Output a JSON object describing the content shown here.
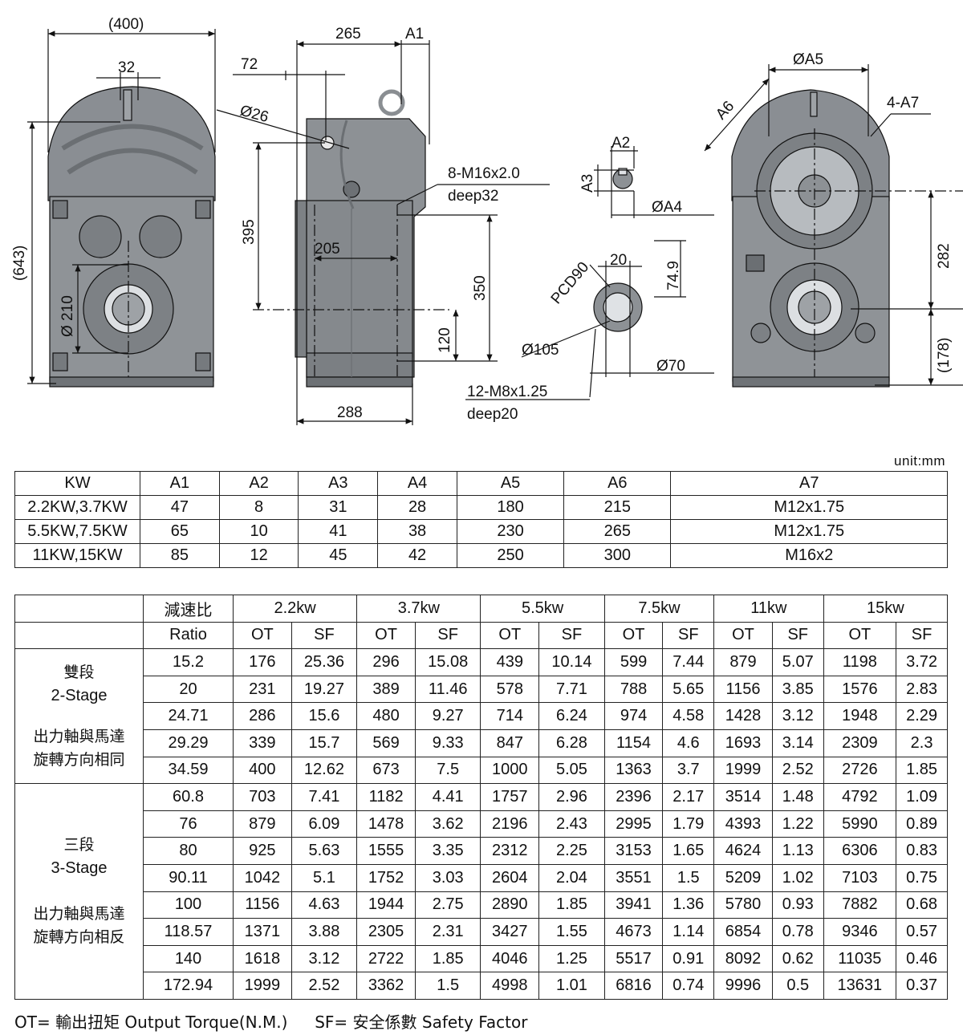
{
  "drawing": {
    "dims": {
      "d400": "(400)",
      "d32": "32",
      "d643": "(643)",
      "d210": "Ø 210",
      "d265": "265",
      "dA1": "A1",
      "d72": "72",
      "d26": "Ø26",
      "d395": "395",
      "d205": "205",
      "d350": "350",
      "d120": "120",
      "d288": "288",
      "bolt1": "8-M16x2.0",
      "bolt1b": "deep32",
      "dA2": "A2",
      "dA3": "A3",
      "dA4": "ØA4",
      "pcd": "PCD90",
      "d20": "20",
      "d749": "74.9",
      "d105": "Ø105",
      "d70": "Ø70",
      "bolt2": "12-M8x1.25",
      "bolt2b": "deep20",
      "dA5": "ØA5",
      "dA6": "A6",
      "dA7": "4-A7",
      "d282": "282",
      "d178": "(178)"
    }
  },
  "unit_label": "unit:mm",
  "dimension_table": {
    "headers": [
      "KW",
      "A1",
      "A2",
      "A3",
      "A4",
      "A5",
      "A6",
      "A7"
    ],
    "rows": [
      [
        "2.2KW,3.7KW",
        "47",
        "8",
        "31",
        "28",
        "180",
        "215",
        "M12x1.75"
      ],
      [
        "5.5KW,7.5KW",
        "65",
        "10",
        "41",
        "38",
        "230",
        "265",
        "M12x1.75"
      ],
      [
        "11KW,15KW",
        "85",
        "12",
        "45",
        "42",
        "250",
        "300",
        "M16x2"
      ]
    ]
  },
  "ratio_table": {
    "ratio_cn": "減速比",
    "ratio_en": "Ratio",
    "powers": [
      "2.2kw",
      "3.7kw",
      "5.5kw",
      "7.5kw",
      "11kw",
      "15kw"
    ],
    "ot": "OT",
    "sf": "SF",
    "groups": [
      {
        "name_cn": "雙段",
        "name_en": "2-Stage",
        "note1": "出力軸與馬達",
        "note2": "旋轉方向相同",
        "rows": [
          [
            "15.2",
            "176",
            "25.36",
            "296",
            "15.08",
            "439",
            "10.14",
            "599",
            "7.44",
            "879",
            "5.07",
            "1198",
            "3.72"
          ],
          [
            "20",
            "231",
            "19.27",
            "389",
            "11.46",
            "578",
            "7.71",
            "788",
            "5.65",
            "1156",
            "3.85",
            "1576",
            "2.83"
          ],
          [
            "24.71",
            "286",
            "15.6",
            "480",
            "9.27",
            "714",
            "6.24",
            "974",
            "4.58",
            "1428",
            "3.12",
            "1948",
            "2.29"
          ],
          [
            "29.29",
            "339",
            "15.7",
            "569",
            "9.33",
            "847",
            "6.28",
            "1154",
            "4.6",
            "1693",
            "3.14",
            "2309",
            "2.3"
          ],
          [
            "34.59",
            "400",
            "12.62",
            "673",
            "7.5",
            "1000",
            "5.05",
            "1363",
            "3.7",
            "1999",
            "2.52",
            "2726",
            "1.85"
          ]
        ]
      },
      {
        "name_cn": "三段",
        "name_en": "3-Stage",
        "note1": "出力軸與馬達",
        "note2": "旋轉方向相反",
        "rows": [
          [
            "60.8",
            "703",
            "7.41",
            "1182",
            "4.41",
            "1757",
            "2.96",
            "2396",
            "2.17",
            "3514",
            "1.48",
            "4792",
            "1.09"
          ],
          [
            "76",
            "879",
            "6.09",
            "1478",
            "3.62",
            "2196",
            "2.43",
            "2995",
            "1.79",
            "4393",
            "1.22",
            "5990",
            "0.89"
          ],
          [
            "80",
            "925",
            "5.63",
            "1555",
            "3.35",
            "2312",
            "2.25",
            "3153",
            "1.65",
            "4624",
            "1.13",
            "6306",
            "0.83"
          ],
          [
            "90.11",
            "1042",
            "5.1",
            "1752",
            "3.03",
            "2604",
            "2.04",
            "3551",
            "1.5",
            "5209",
            "1.02",
            "7103",
            "0.75"
          ],
          [
            "100",
            "1156",
            "4.63",
            "1944",
            "2.75",
            "2890",
            "1.85",
            "3941",
            "1.36",
            "5780",
            "0.93",
            "7882",
            "0.68"
          ],
          [
            "118.57",
            "1371",
            "3.88",
            "2305",
            "2.31",
            "3427",
            "1.55",
            "4673",
            "1.14",
            "6854",
            "0.78",
            "9346",
            "0.57"
          ],
          [
            "140",
            "1618",
            "3.12",
            "2722",
            "1.85",
            "4046",
            "1.25",
            "5517",
            "0.91",
            "8092",
            "0.62",
            "11035",
            "0.46"
          ],
          [
            "172.94",
            "1999",
            "2.52",
            "3362",
            "1.5",
            "4998",
            "1.01",
            "6816",
            "0.74",
            "9996",
            "0.5",
            "13631",
            "0.37"
          ]
        ]
      }
    ]
  },
  "footnote": {
    "ot_def": "OT= 輸出扭矩 Output Torque(N.M.)",
    "sf_def": "SF= 安全係數 Safety Factor"
  }
}
